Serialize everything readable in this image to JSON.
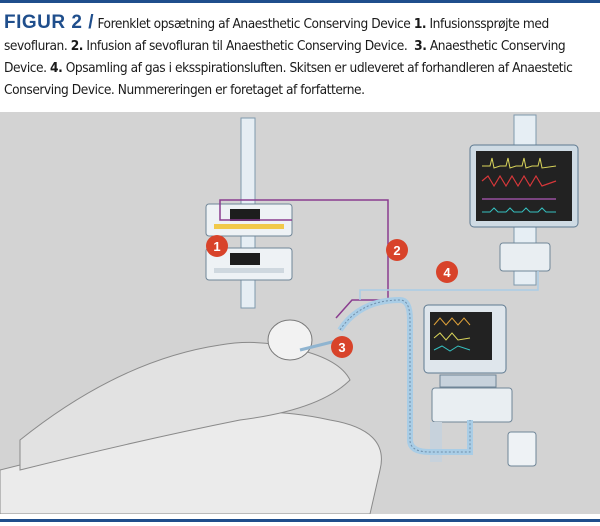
{
  "caption": {
    "label": "FIGUR 2 /",
    "intro": "Forenklet opsætning af Anaesthetic Conserving Device",
    "items": [
      {
        "num": "1.",
        "text": "Infusionssprøjte med sevofluran."
      },
      {
        "num": "2.",
        "text": "Infusion af sevofluran til Anaesthetic Conserving Device."
      },
      {
        "num": "3.",
        "text": "Anaesthetic Conserving Device."
      },
      {
        "num": "4.",
        "text": "Opsamling af gas i eksspirationsluften."
      }
    ],
    "note": "Skitsen er udleveret af forhandleren af Anaestetic Conserving Device. Nummereringen er foretaget af forfatterne."
  },
  "markers": [
    "1",
    "2",
    "3",
    "4"
  ],
  "colors": {
    "accent": "#1f4e8c",
    "marker": "#d8432a",
    "background": "#d3d3d3",
    "infusion_line": "#8a3d8f",
    "tube": "#a9cde6"
  }
}
